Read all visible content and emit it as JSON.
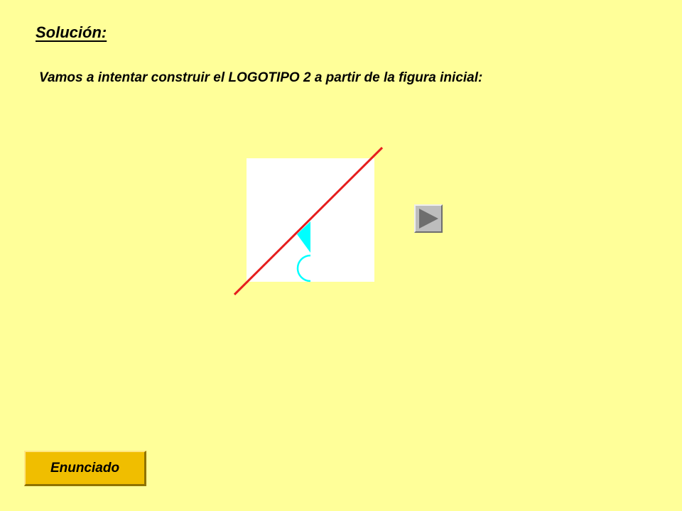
{
  "heading": {
    "title": "Solución:",
    "intro": "Vamos a intentar construir el LOGOTIPO 2 a partir de la figura inicial:"
  },
  "figure": {
    "colors": {
      "panel": "#FFFFFF",
      "shape": "#00FFFF",
      "axis": "#E61E1E"
    }
  },
  "controls": {
    "play_icon": "play-icon",
    "enunciado_label": "Enunciado"
  }
}
